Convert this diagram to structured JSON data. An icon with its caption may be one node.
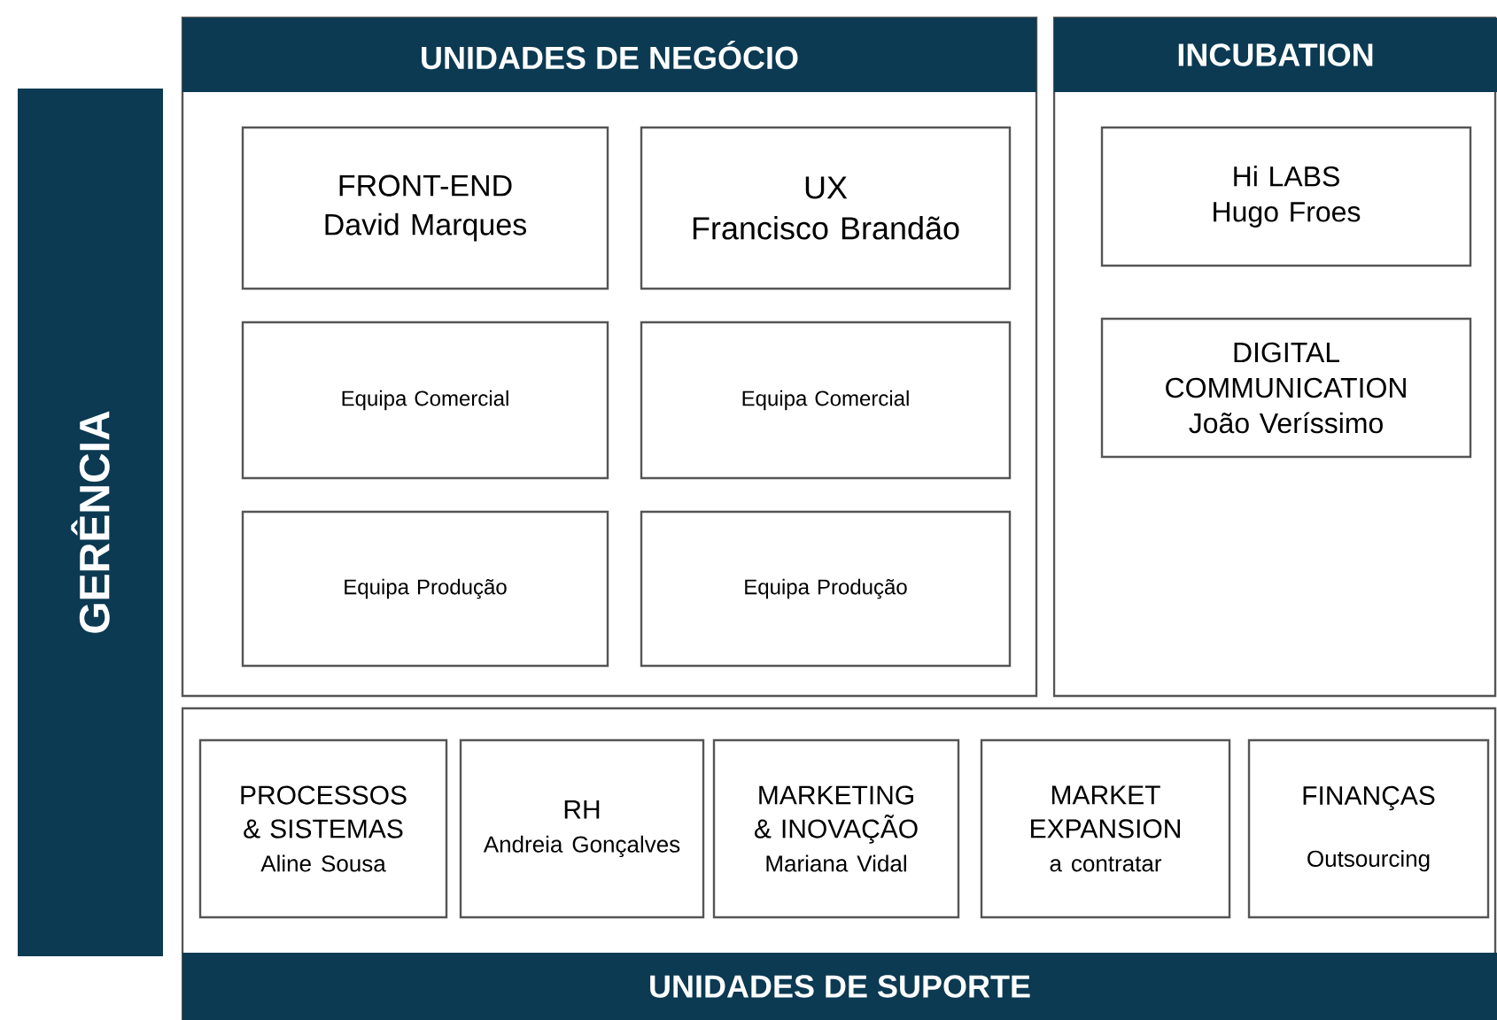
{
  "diagram": {
    "nodes": [
      {
        "text": [
          "GERÊNCIA"
        ]
      },
      {
        "text": [
          "UNIDADES DE NEGÓCIO"
        ]
      },
      {
        "text": [
          "FRONT-END",
          "David Marques"
        ],
        "in": 1
      },
      {
        "text": [
          "UX",
          "Francisco Brandão"
        ],
        "in": 1
      },
      {
        "text": [
          "Equipa Comercial"
        ],
        "in": 1
      },
      {
        "text": [
          "Equipa Comercial"
        ],
        "in": 1
      },
      {
        "text": [
          "Equipa Produção"
        ],
        "in": 1
      },
      {
        "text": [
          "Equipa Produção"
        ],
        "in": 1
      },
      {
        "text": [
          "INCUBATION"
        ]
      },
      {
        "text": [
          "Hi LABS",
          "Hugo Froes"
        ],
        "in": 8
      },
      {
        "text": [
          "DIGITAL COMMUNICATION",
          "João Veríssimo"
        ],
        "in": 8
      },
      {
        "text": [
          "UNIDADES DE SUPORTE"
        ]
      },
      {
        "text": [
          "PROCESSOS & SISTEMAS",
          "Aline Sousa"
        ],
        "in": 11
      },
      {
        "text": [
          "RH",
          "Andreia Gonçalves"
        ],
        "in": 11
      },
      {
        "text": [
          "MARKETING & INOVAÇÃO",
          "Mariana Vidal"
        ],
        "in": 11
      },
      {
        "text": [
          "MARKET EXPANSION",
          "a contratar"
        ],
        "in": 11
      },
      {
        "text": [
          "FINANÇAS",
          "Outsourcing"
        ],
        "in": 11
      }
    ]
  }
}
